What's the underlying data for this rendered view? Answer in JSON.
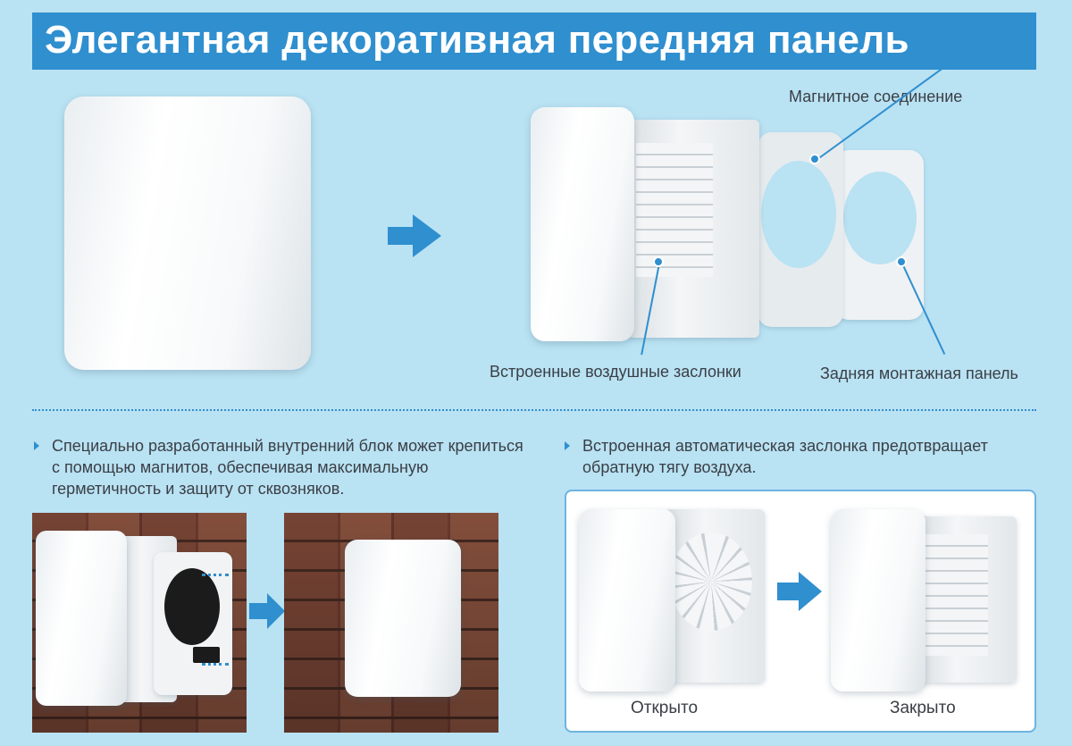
{
  "header": {
    "title": "Элегантная декоративная передняя панель"
  },
  "callouts": {
    "magnetic": "Магнитное соединение",
    "dampers": "Встроенные воздушные заслонки",
    "rear_panel": "Задняя монтажная панель"
  },
  "bullets": {
    "left": "Специально разработанный внутренний блок может крепиться с помощью магнитов, обеспечивая максимальную герметичность и защиту от сквозняков.",
    "right": "Встроенная автоматическая заслонка предотвращает обратную тягу воздуха."
  },
  "states": {
    "open": "Открыто",
    "closed": "Закрыто"
  },
  "colors": {
    "accent": "#2f8fcf",
    "background": "#b9e2f3",
    "title_text": "#ffffff",
    "body_text": "#3a3f45"
  },
  "icons": [
    "arrow-right-icon",
    "bullet-triangle-icon",
    "callout-dot-icon"
  ]
}
